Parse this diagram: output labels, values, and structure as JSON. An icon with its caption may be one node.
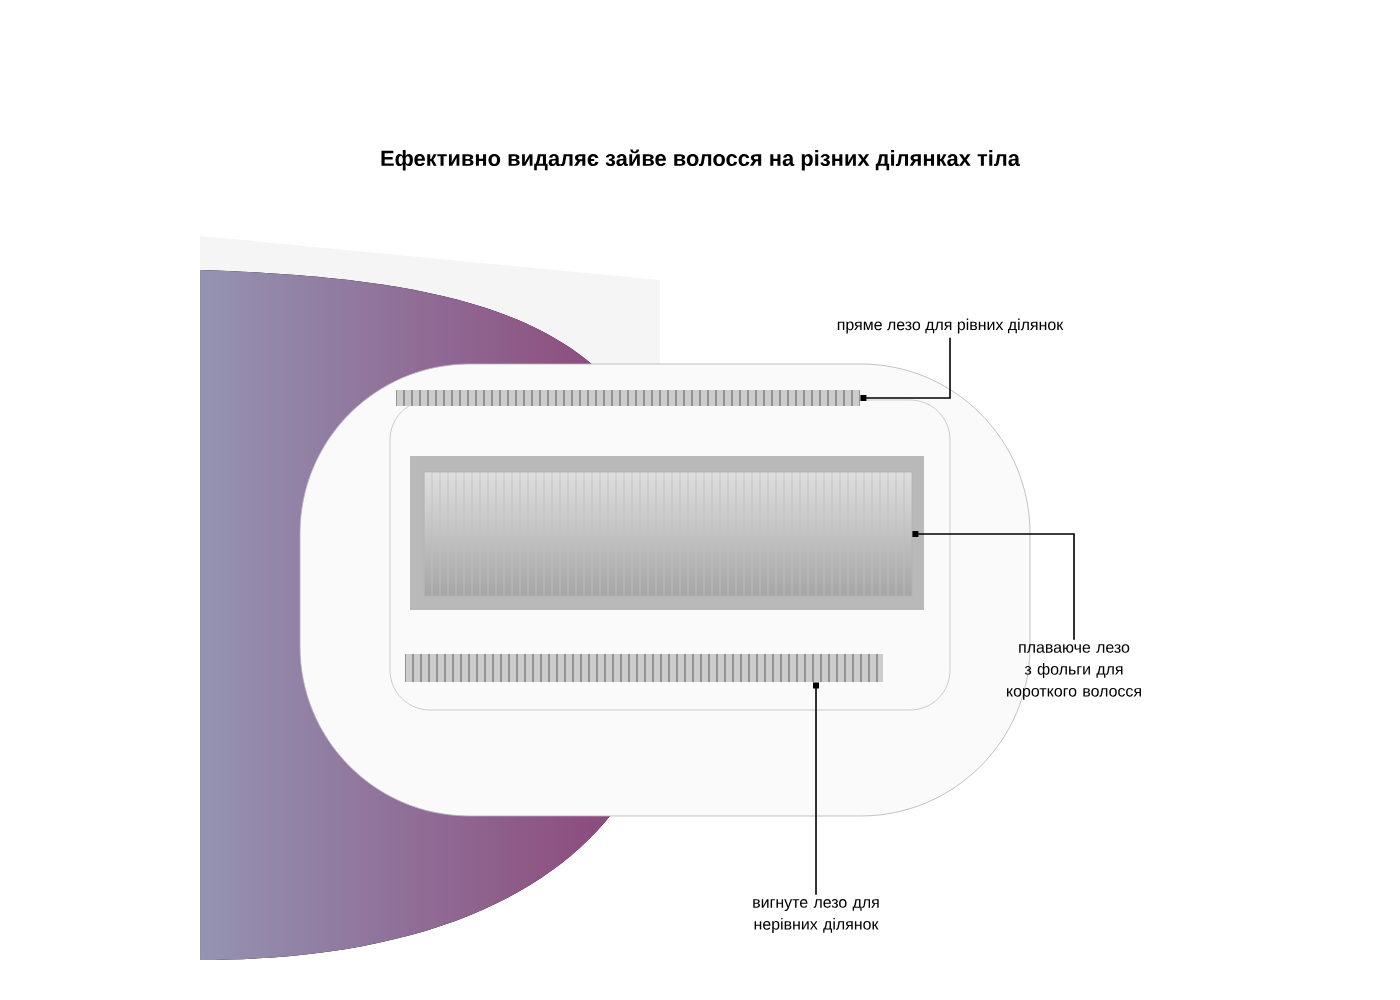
{
  "diagram": {
    "title": "Ефективно видаляє зайве волосся на різних ділянках тіла",
    "nodes": [
      {
        "text": [
          "пряме лезо для рівних ділянок"
        ]
      },
      {
        "text": [
          "плаваюче лезо з фольги для короткого волосся"
        ]
      },
      {
        "text": [
          "вигнуте лезо для нерівних ділянок"
        ]
      },
      {
        "text": [],
        "shape": "bar"
      },
      {
        "text": [],
        "shape": "box"
      },
      {
        "text": [],
        "shape": "bar"
      }
    ],
    "edges": [
      {
        "from": 0,
        "to": 3,
        "arrow": "other"
      },
      {
        "from": 1,
        "to": 4,
        "arrow": "other"
      },
      {
        "from": 2,
        "to": 5,
        "arrow": "other"
      }
    ]
  }
}
